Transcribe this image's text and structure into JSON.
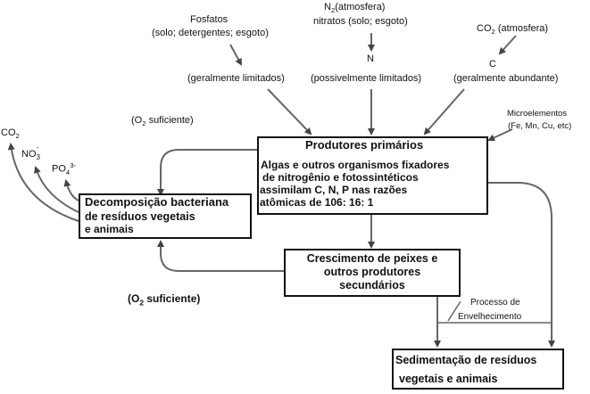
{
  "inputs": {
    "fosfatos_title": "Fosfatos",
    "fosfatos_src": "(solo; detergentes; esgoto)",
    "fosfatos_status": "(geralmente limitados)",
    "n2_main": "N",
    "n2_sub": "2",
    "n2_suffix": "(atmosfera)",
    "nitratos_src": "nitratos (solo; esgoto)",
    "n_symbol": "N",
    "n_status": "(possivelmente limitados)",
    "co2_main": "CO",
    "co2_sub": "2",
    "co2_suffix": " (atmosfera)",
    "c_symbol": "C",
    "c_status": "(geralmente abundante)",
    "micro_title": "Microelementos",
    "micro_list": "(Fe, Mn, Cu, etc)"
  },
  "productores": {
    "title": "Produtores primários",
    "line1": "Algas e outros organismos fixadores",
    "line2": "de nitrogênio e fotossintéticos",
    "line3": "assimilam C, N, P nas razões",
    "line4": "atômicas  de 106: 16: 1"
  },
  "decomposicao": {
    "line1": "Decomposição bacteriana",
    "line2": "de resíduos vegetais",
    "line3": "e animais"
  },
  "crescimento": {
    "line1": "Crescimento de peixes e",
    "line2": "outros produtores",
    "line3": "secundários"
  },
  "sedimentacao": {
    "line1": "Sedimentação de resíduos",
    "line2": "vegetais e animais"
  },
  "envelhecimento": {
    "line1": "Processo de",
    "line2": "Envelhecimento"
  },
  "oxygen_top": {
    "open": "(O",
    "sub": "2",
    "close": " suficiente)"
  },
  "oxygen_bottom": {
    "open": "(O",
    "sub": "2",
    "close": " suficiente)"
  },
  "outputs": {
    "co2_main": "CO",
    "co2_sub": "2",
    "no3_main": "NO",
    "no3_sup": "-",
    "no3_sub": "3",
    "po4_main": "PO",
    "po4_sub": "4",
    "po4_sup": "3-"
  },
  "colors": {
    "line": "#555555",
    "box_border": "#111111",
    "text": "#111111"
  }
}
